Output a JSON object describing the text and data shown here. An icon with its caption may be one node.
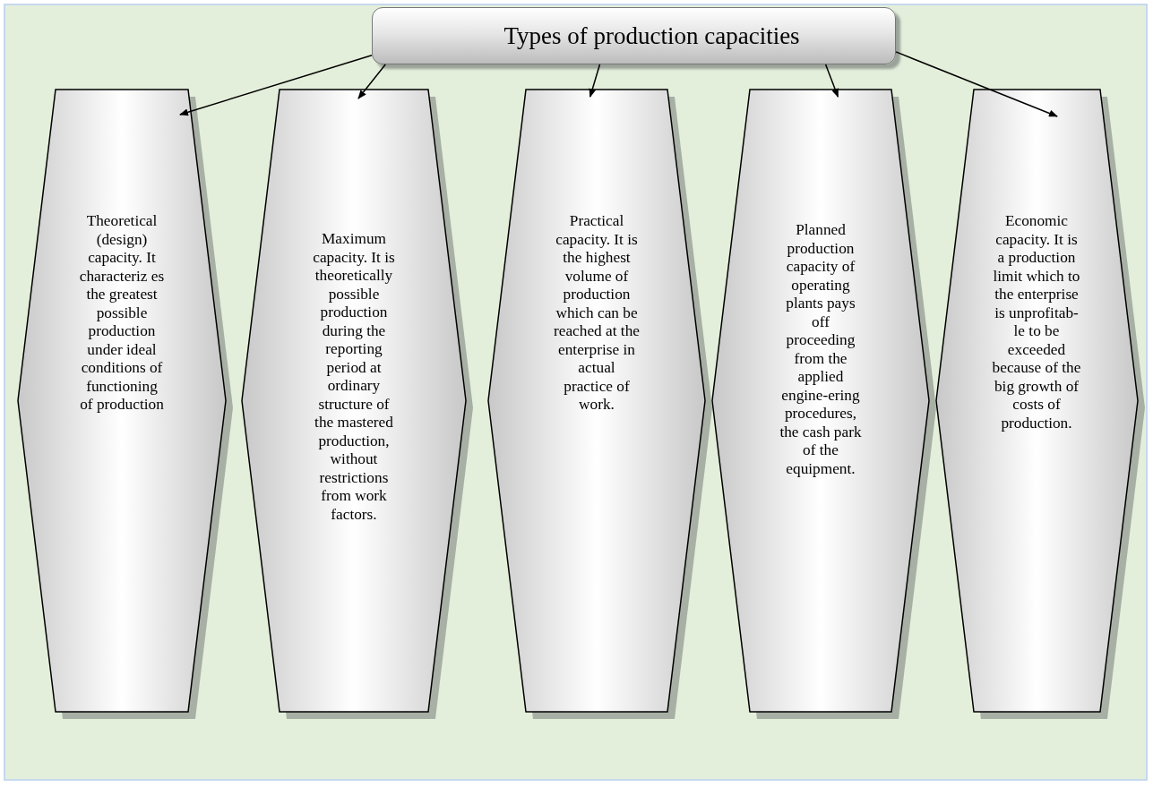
{
  "diagram": {
    "nodes": [
      {
        "text": [
          "Types of production capacities"
        ]
      },
      {
        "text": [
          "Theoretical (design) capacity. It characteriz es the greatest possible production under ideal conditions of functioning of production"
        ]
      },
      {
        "text": [
          "Maximum capacity. It is theoretically possible production during the reporting period at ordinary structure of the mastered production, without restrictions from work factors."
        ]
      },
      {
        "text": [
          "Practical capacity. It is the highest volume of production which can be reached at the enterprise in actual practice of work."
        ]
      },
      {
        "text": [
          "Planned production capacity of operating plants pays off proceeding from the applied engine-ering procedures, the cash park of the equipment."
        ]
      },
      {
        "text": [
          "Economic capacity. It is a production limit which to the enterprise is unprofitab-le to be exceeded because of the big growth of costs of production."
        ]
      }
    ],
    "edges": [
      {
        "from": 0,
        "to": 1,
        "arrow": "to"
      },
      {
        "from": 0,
        "to": 2,
        "arrow": "to"
      },
      {
        "from": 0,
        "to": 3,
        "arrow": "to"
      },
      {
        "from": 0,
        "to": 4,
        "arrow": "to"
      },
      {
        "from": 0,
        "to": 5,
        "arrow": "to"
      }
    ]
  }
}
